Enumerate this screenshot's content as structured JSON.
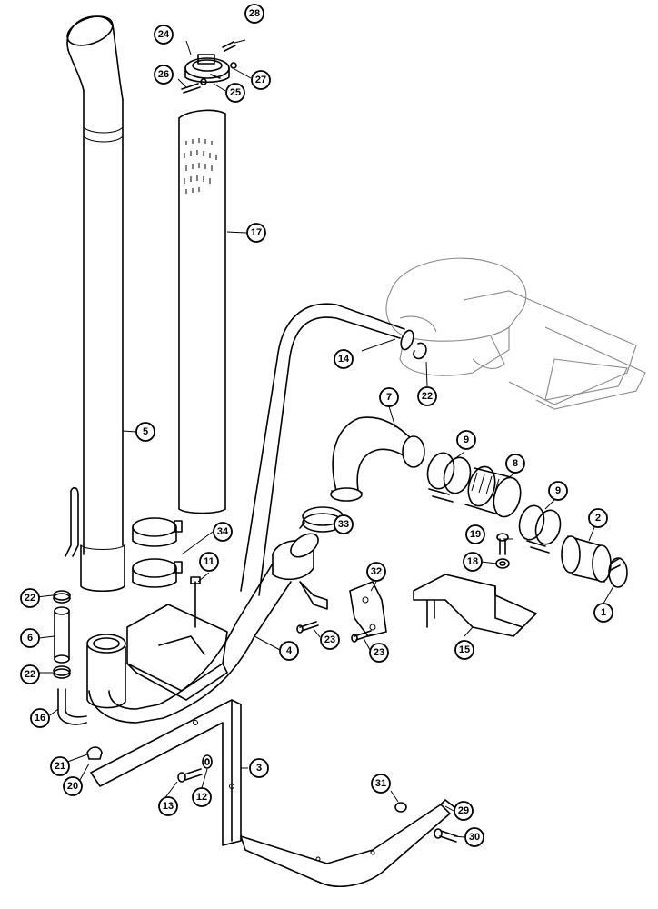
{
  "callouts": [
    "1",
    "2",
    "3",
    "4",
    "5",
    "6",
    "7",
    "8",
    "9",
    "9",
    "11",
    "12",
    "13",
    "14",
    "15",
    "16",
    "17",
    "18",
    "19",
    "20",
    "21",
    "22",
    "22",
    "22",
    "23",
    "23",
    "24",
    "25",
    "26",
    "27",
    "28",
    "29",
    "30",
    "31",
    "32",
    "33",
    "34"
  ]
}
